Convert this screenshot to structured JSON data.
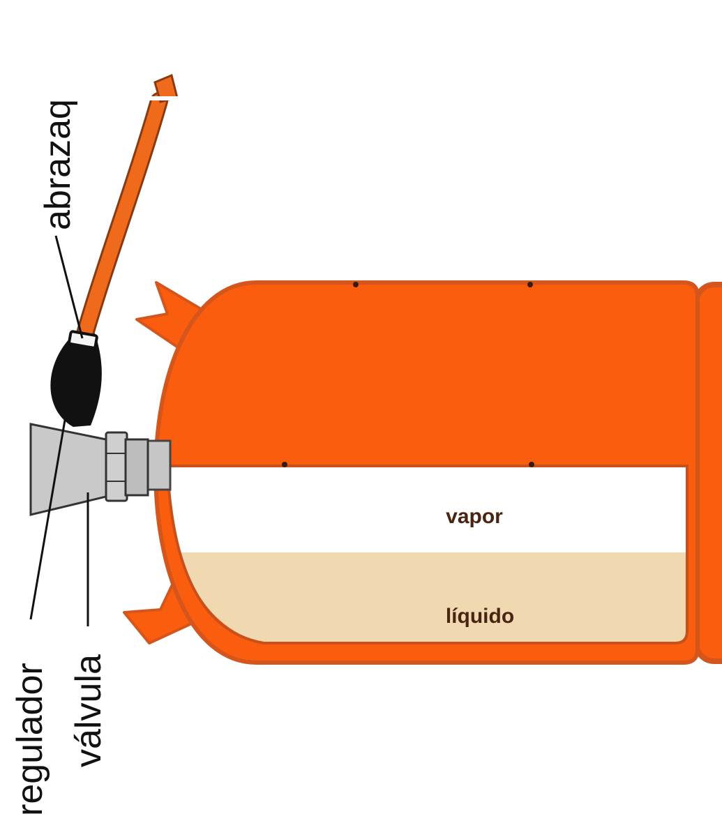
{
  "labels": {
    "abrazadera": "abrazaq",
    "regulador": "regulador",
    "valvula": "válvula",
    "vapor": "vapor",
    "liquido": "líquido"
  },
  "colors": {
    "cylinder_orange": "#fb5d0e",
    "cylinder_outline": "#d4561c",
    "liquid_fill": "#f0d8b0",
    "vapor_fill": "#ffffff",
    "valve_gray": "#c6c6c6",
    "clamp_black": "#111111",
    "label_text": "#111111",
    "inner_text": "#4a2412"
  },
  "icons": {
    "hose": "gas-hose-icon",
    "clamp": "hose-clamp-icon",
    "valve": "valve-icon",
    "regulator": "regulator-icon",
    "cylinder": "gas-cylinder-icon"
  }
}
